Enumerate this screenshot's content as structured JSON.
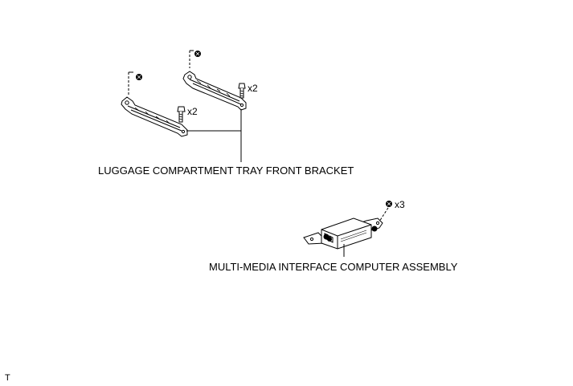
{
  "labels": {
    "bracket": "LUGGAGE COMPARTMENT TRAY FRONT BRACKET",
    "computer": "MULTI-MEDIA INTERFACE COMPUTER ASSEMBLY"
  },
  "quantities": {
    "bolt_right": "x2",
    "bolt_left": "x2",
    "nut_computer": "x3"
  },
  "corner_mark": "T",
  "colors": {
    "line": "#000000",
    "part_fill": "#ffffff"
  },
  "icons": [
    "nut-icon",
    "bolt-icon",
    "bracket-part",
    "computer-module"
  ]
}
